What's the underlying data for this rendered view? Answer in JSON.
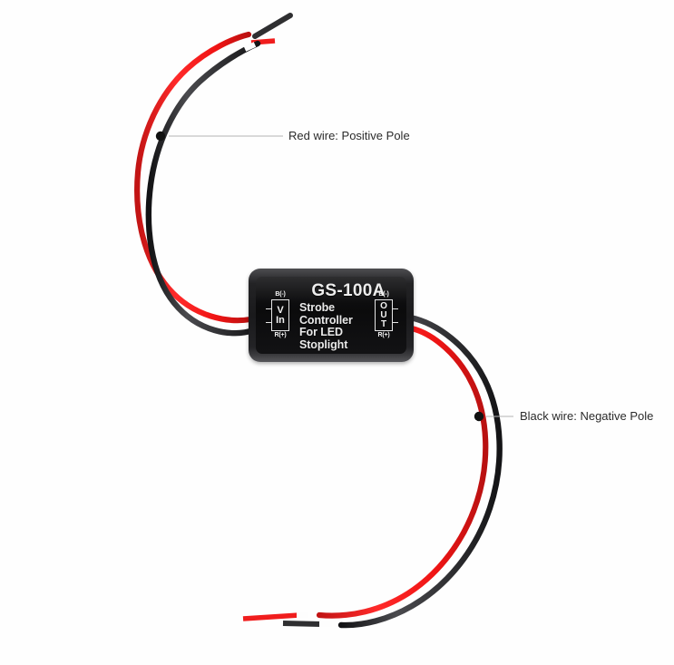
{
  "product": {
    "model": "GS-100A",
    "description_lines": [
      "Strobe",
      "Controller",
      "For LED",
      "Stoplight"
    ],
    "description": "Strobe Controller For LED Stoplight",
    "terminals": {
      "input": {
        "top_label": "B(-)",
        "box_lines": [
          "V",
          "In"
        ],
        "box_text": "V In",
        "bottom_label": "R(+)"
      },
      "output": {
        "top_label": "B(-)",
        "box_lines": [
          "O",
          "U",
          "T"
        ],
        "box_text": "OUT",
        "bottom_label": "R(+)"
      }
    }
  },
  "annotations": [
    {
      "id": "red",
      "text": "Red wire: Positive Pole"
    },
    {
      "id": "black",
      "text": "Black wire: Negative Pole"
    }
  ],
  "colors": {
    "red_wire": "#f01d1d",
    "black_wire": "#2f2f31",
    "background": "#fefefe",
    "leader_line": "#b4b4b4",
    "device_body": "#232325",
    "label_text": "#ededed"
  }
}
